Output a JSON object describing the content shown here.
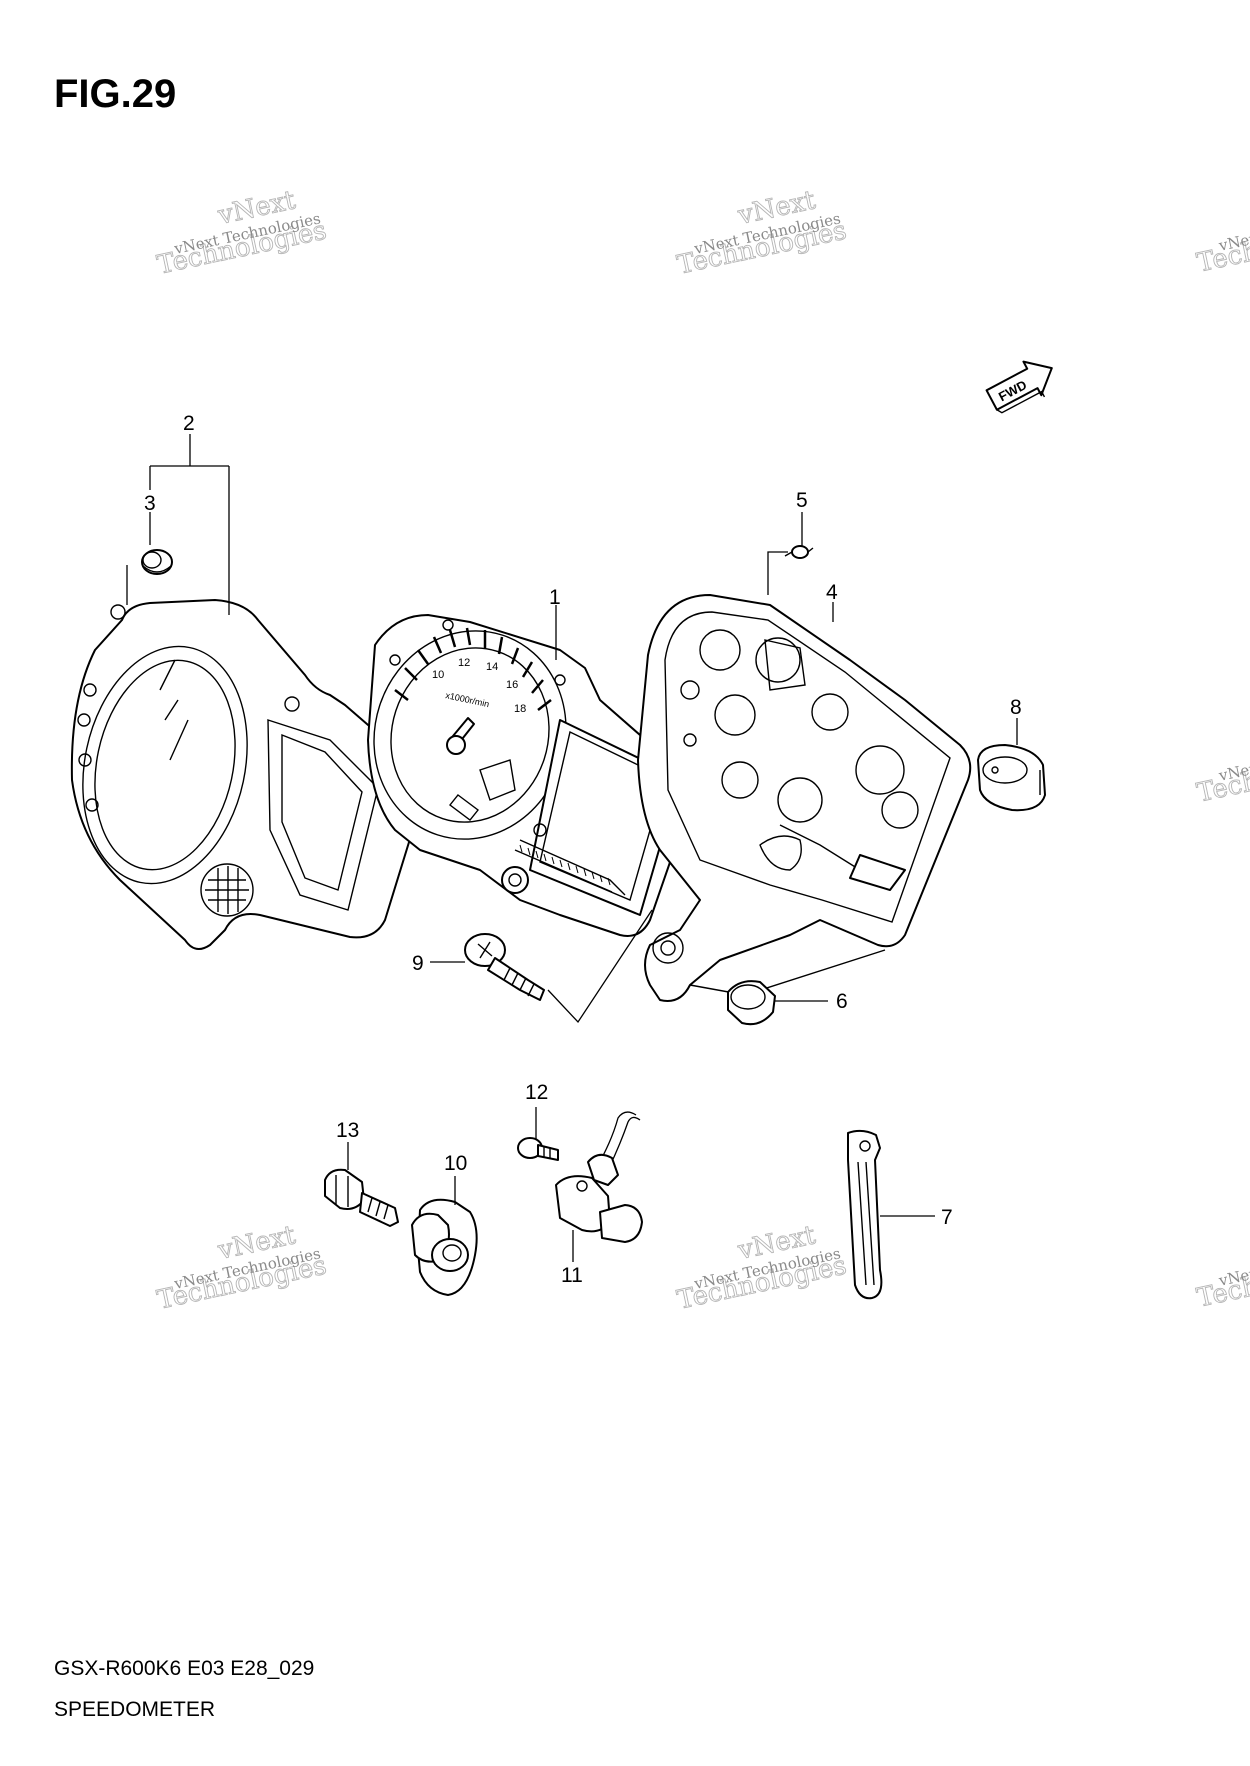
{
  "figure": {
    "title": "FIG.29"
  },
  "callouts": [
    "1",
    "2",
    "3",
    "4",
    "5",
    "6",
    "7",
    "8",
    "9",
    "10",
    "11",
    "12",
    "13"
  ],
  "fwd_label": "FWD",
  "gauge_marks": {
    "rpm_10": "10",
    "rpm_12": "12",
    "rpm_14": "14",
    "rpm_16": "16",
    "rpm_18": "18",
    "rpm_unit": "x1000r/min"
  },
  "watermark": {
    "line1": "vNext Technologies",
    "line2": "Technologies",
    "line3": "vNext"
  },
  "footer": {
    "code": "GSX-R600K6 E03 E28_029",
    "caption": "SPEEDOMETER"
  }
}
